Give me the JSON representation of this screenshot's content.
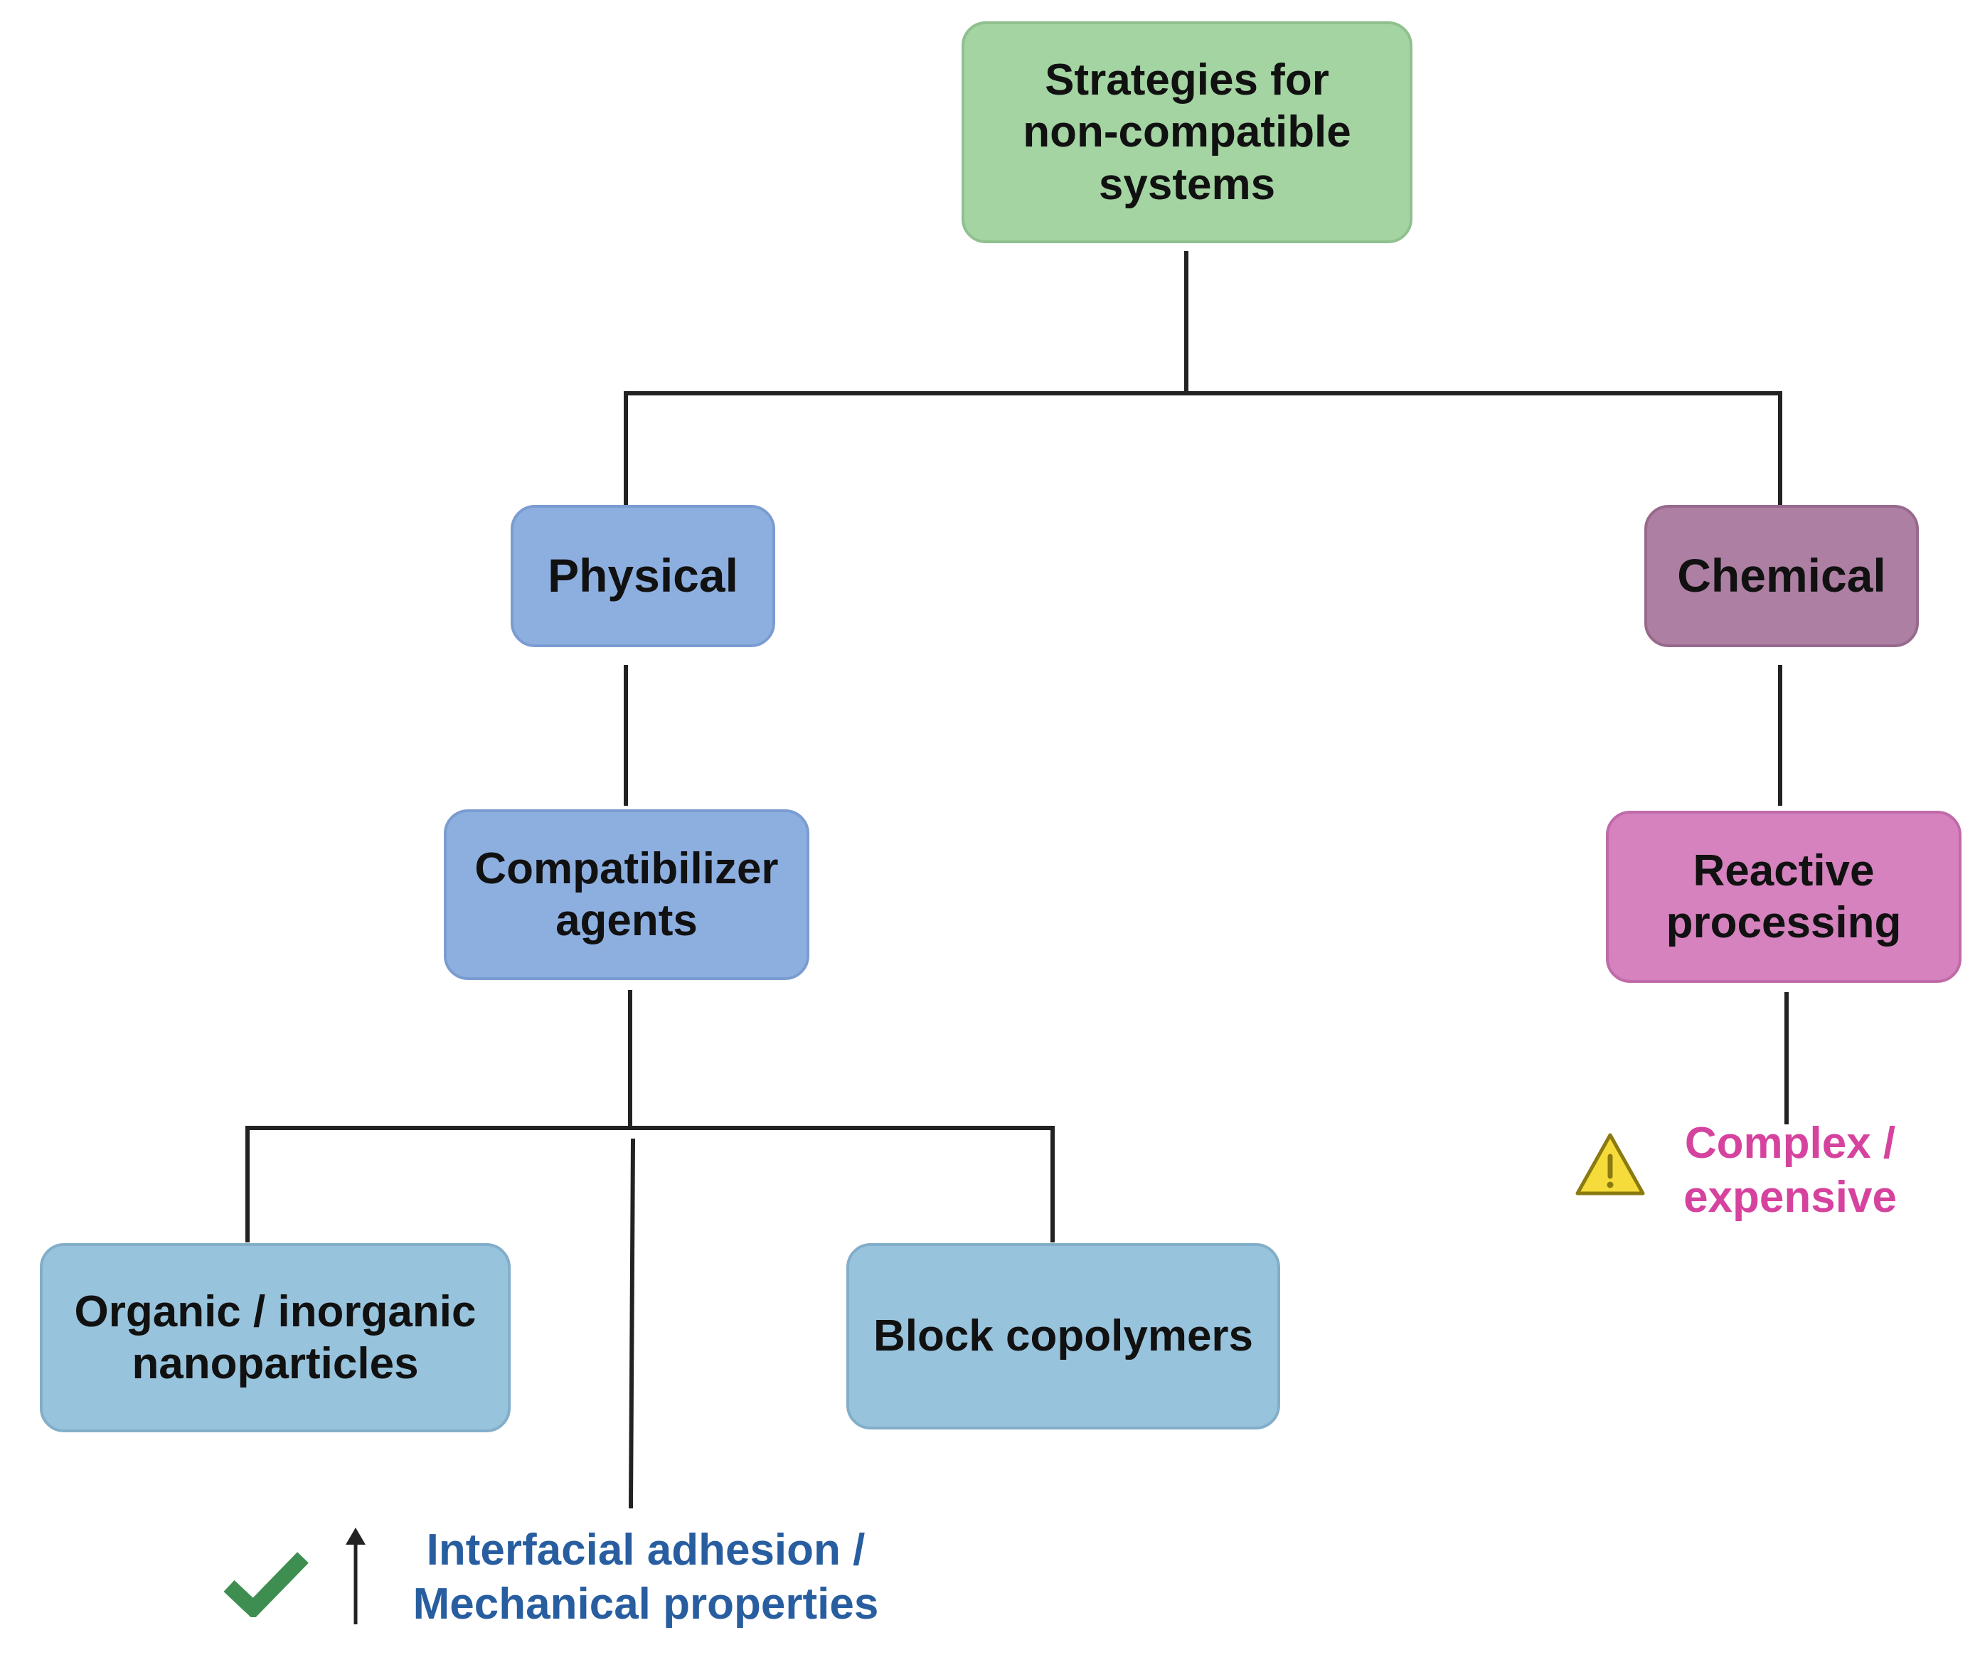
{
  "colors": {
    "root_fill": "#a3d4a2",
    "root_border": "#8fc08e",
    "physical_fill": "#8dafe0",
    "physical_border": "#7a9cd0",
    "chemical_fill": "#ad7fa2",
    "chemical_border": "#98698d",
    "reactive_fill": "#d582be",
    "reactive_border": "#c06aa9",
    "leaf_fill": "#98c3dc",
    "leaf_border": "#82aec9",
    "connector": "#222222",
    "benefit_text": "#285ea0",
    "drawback_text": "#d6439f",
    "check": "#3e8e52",
    "warning_fill": "#f5dc3a",
    "warning_border": "#8a7a10"
  },
  "nodes": {
    "root": "Strategies for\nnon-compatible\nsystems",
    "physical": "Physical",
    "chemical": "Chemical",
    "compatibilizer": "Compatibilizer\nagents",
    "reactive": "Reactive\nprocessing",
    "nanoparticles": "Organic / inorganic\nnanoparticles",
    "block": "Block copolymers"
  },
  "notes": {
    "benefit": "Interfacial adhesion /\nMechanical properties",
    "drawback": "Complex /\nexpensive"
  },
  "icons": {
    "check": "check-icon",
    "up_arrow": "up-arrow-icon",
    "warning": "warning-icon"
  }
}
